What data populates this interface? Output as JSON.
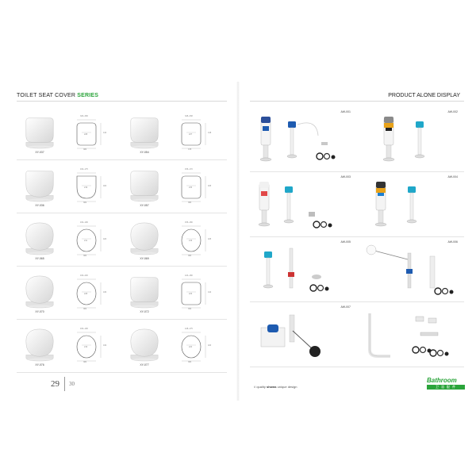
{
  "left_page": {
    "title_main": "TOILET SEAT COVER ",
    "title_accent": "SERIES",
    "page_number": "29",
    "seats": [
      {
        "code": "XY-037",
        "shape": "square",
        "dim_top": "320~396",
        "dim_side": "410",
        "dim_inner": "228",
        "dim_bottom": "380"
      },
      {
        "code": "XY-054",
        "shape": "square",
        "dim_top": "328~338",
        "dim_side": "418",
        "dim_inner": "227",
        "dim_bottom": "378"
      },
      {
        "code": "XY-036",
        "shape": "d",
        "dim_top": "160~175",
        "dim_side": "400",
        "dim_inner": "219",
        "dim_bottom": "382"
      },
      {
        "code": "XY-057",
        "shape": "square",
        "dim_top": "155~170",
        "dim_side": "405",
        "dim_inner": "233",
        "dim_bottom": "380"
      },
      {
        "code": "XY-065",
        "shape": "round",
        "dim_top": "160~196",
        "dim_side": "420",
        "dim_inner": "211",
        "dim_bottom": "380"
      },
      {
        "code": "XY-069",
        "shape": "round",
        "dim_top": "155~180",
        "dim_side": "425",
        "dim_inner": "216",
        "dim_bottom": "380"
      },
      {
        "code": "XY-070",
        "shape": "round",
        "dim_top": "160~200",
        "dim_side": "430",
        "dim_inner": "228",
        "dim_bottom": "382"
      },
      {
        "code": "XY-072",
        "shape": "square",
        "dim_top": "120~180",
        "dim_side": "410",
        "dim_inner": "226",
        "dim_bottom": "350"
      },
      {
        "code": "XY-076",
        "shape": "round",
        "dim_top": "160~196",
        "dim_side": "432",
        "dim_inner": "216",
        "dim_bottom": "380"
      },
      {
        "code": "XY-077",
        "shape": "round",
        "dim_top": "128~175",
        "dim_side": "420",
        "dim_inner": "224",
        "dim_bottom": "380"
      }
    ]
  },
  "right_page": {
    "title": "PRODUCT ALONE DISPLAY",
    "page_number": "30",
    "products": [
      {
        "code": "AW-001",
        "variant": "dualflush-white"
      },
      {
        "code": "AW-002",
        "variant": "dualflush-chrome"
      },
      {
        "code": "AW-003",
        "variant": "dualflush-cyan"
      },
      {
        "code": "AW-004",
        "variant": "dualflush-black"
      },
      {
        "code": "AW-005",
        "variant": "fillvalve-set"
      },
      {
        "code": "AW-006",
        "variant": "floatball-set"
      },
      {
        "code": "AW-007",
        "variant": "pneumatic-set"
      },
      {
        "code": "",
        "variant": "pipe-set"
      }
    ],
    "slogan_prefix": "// quality ",
    "slogan_bold": "shows",
    "slogan_suffix": " unique design",
    "logo_text": "Bathroom",
    "logo_sub": "卫 浴 配 件",
    "colors": {
      "brand_green": "#2aa43a",
      "accent_blue": "#1e5bb0",
      "accent_cyan": "#1fa7c9"
    }
  }
}
